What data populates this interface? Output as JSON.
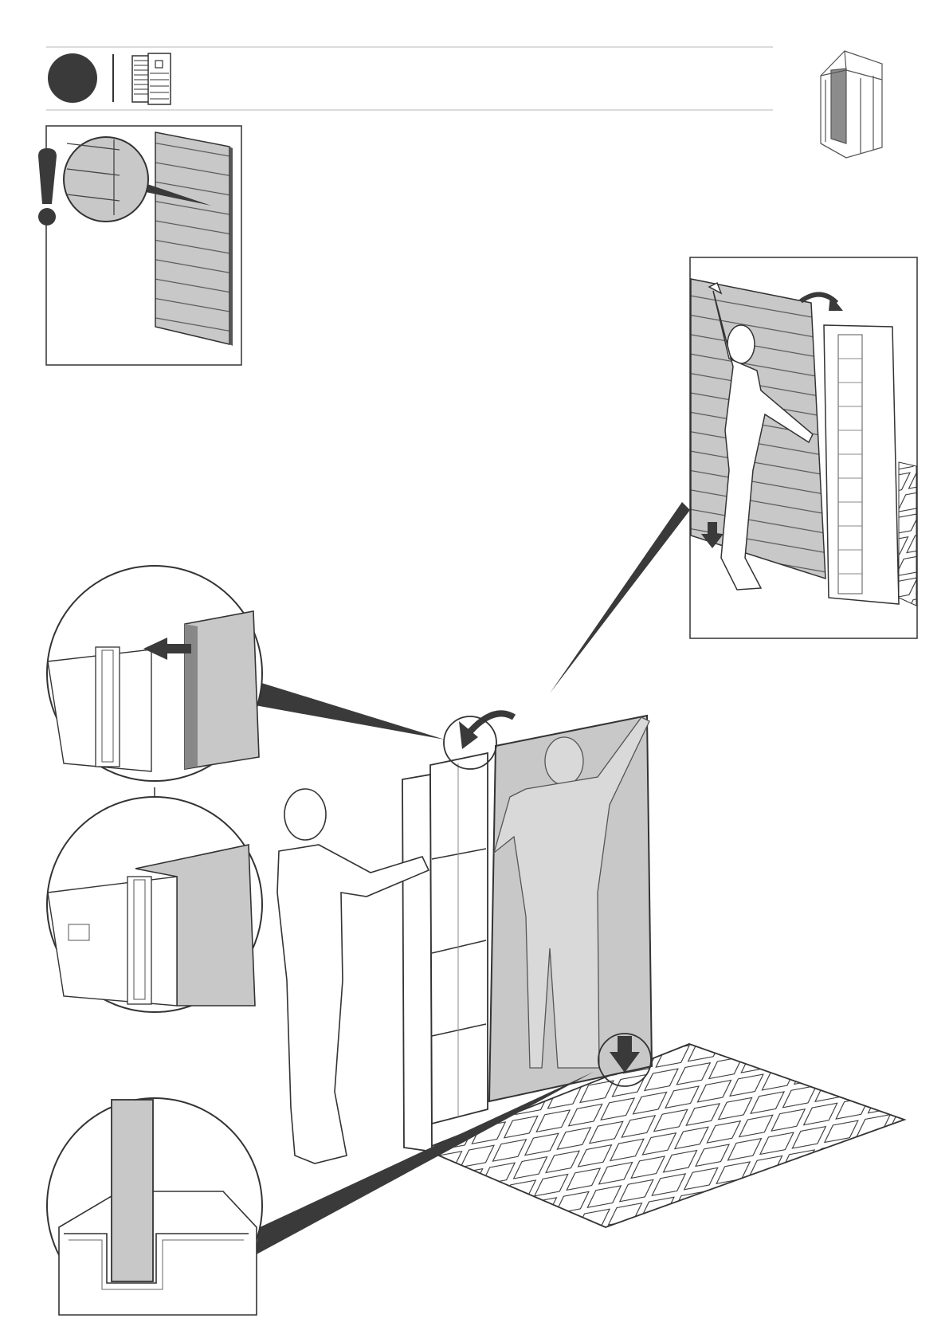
{
  "page": {
    "type": "assembly-instruction-step",
    "background": "#ffffff"
  },
  "header": {
    "step_badge_icon": "filled-circle-step-marker",
    "part_icon": "wall-panel-part-icon",
    "shed_overview_icon": "shed-isometric-highlight-icon"
  },
  "warning_box": {
    "icon": "exclamation-icon",
    "detail": "panel-groove-orientation-zoom"
  },
  "illustrations": [
    "panel-tilt-detail-inset",
    "main-assembly-scene",
    "top-clip-detail-circle",
    "side-clip-detail-circle",
    "bottom-channel-detail-circle"
  ],
  "colors": {
    "ink": "#231f20",
    "panel_gray": "#c8c8c8",
    "panel_gray_light": "#d9d9d9",
    "rule_gray": "#cfcfcf",
    "badge_fill": "#3a3a3a",
    "arrow_fill": "#3a3a3a"
  }
}
